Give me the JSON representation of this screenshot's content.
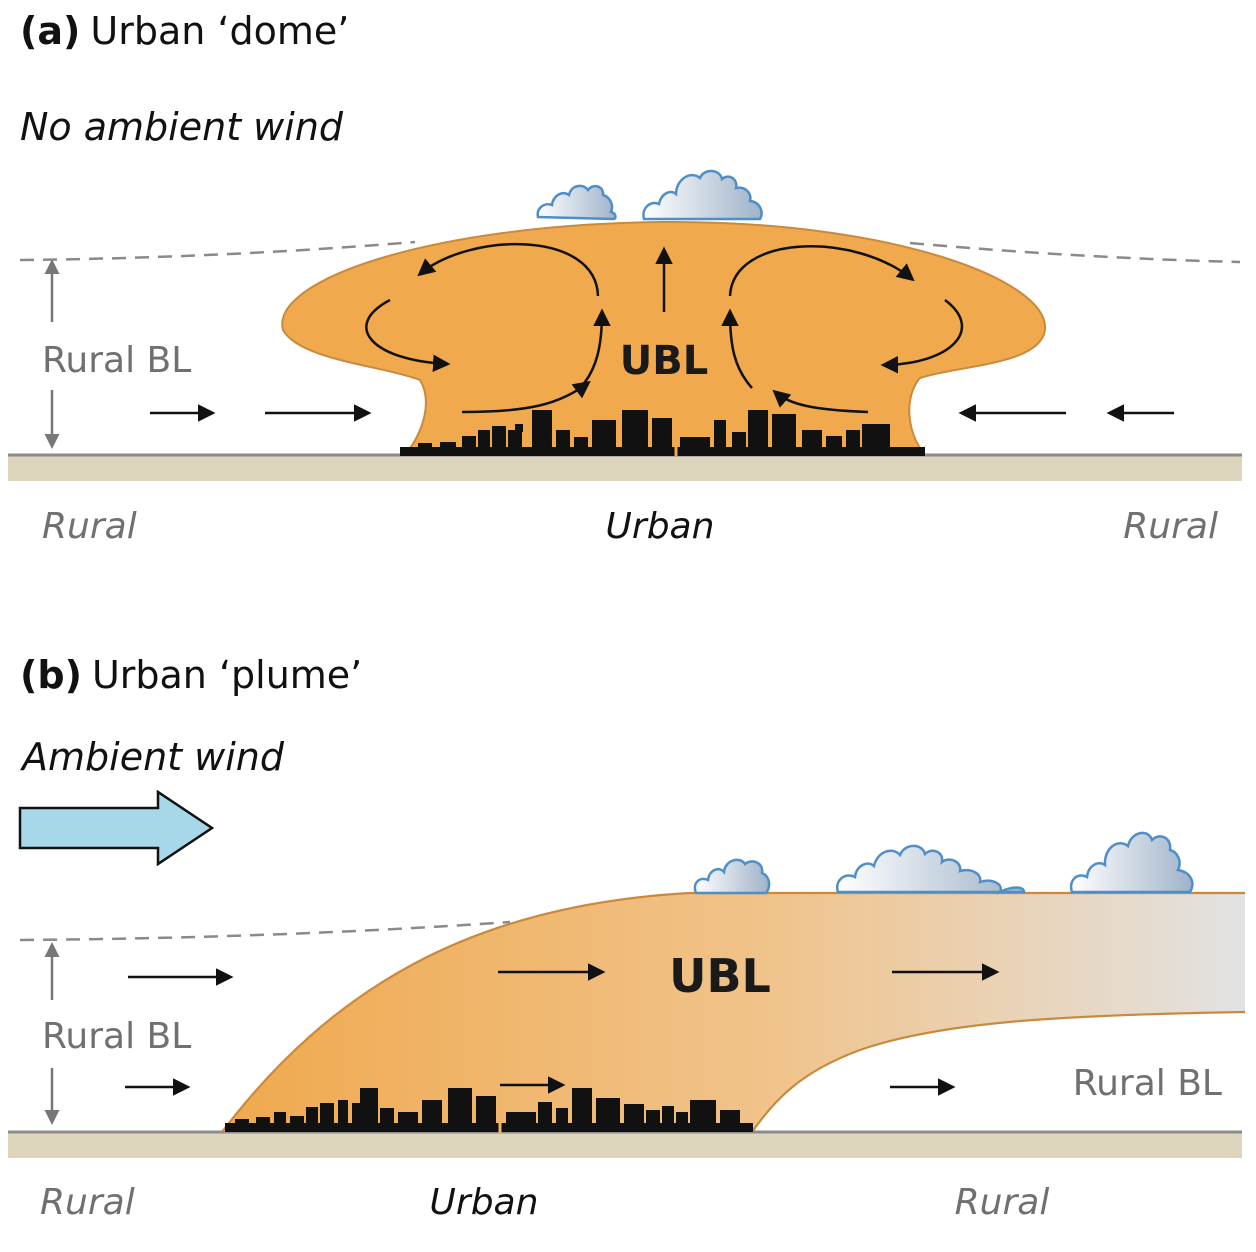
{
  "panel_a": {
    "tag": "(a)",
    "title": "Urban ‘dome’",
    "subtitle": "No ambient wind",
    "ubl_label": "UBL",
    "rural_bl_label": "Rural BL",
    "rural_left": "Rural",
    "urban": "Urban",
    "rural_right": "Rural"
  },
  "panel_b": {
    "tag": "(b)",
    "title": "Urban ‘plume’",
    "subtitle": "Ambient wind",
    "ubl_label": "UBL",
    "rural_bl_left": "Rural BL",
    "rural_bl_right": "Rural BL",
    "rural_left": "Rural",
    "urban": "Urban",
    "rural_right": "Rural"
  },
  "colors": {
    "ubl_fill": "#f0a94d",
    "ubl_stroke": "#c98a3e",
    "ground": "#ddd6bd",
    "ground_line": "#8c8c8c",
    "buildings": "#111111",
    "cloud_stroke": "#4f8fc9",
    "wind_arrow_fill": "#a7d8ea",
    "dashed_line": "#8a8a8a"
  }
}
